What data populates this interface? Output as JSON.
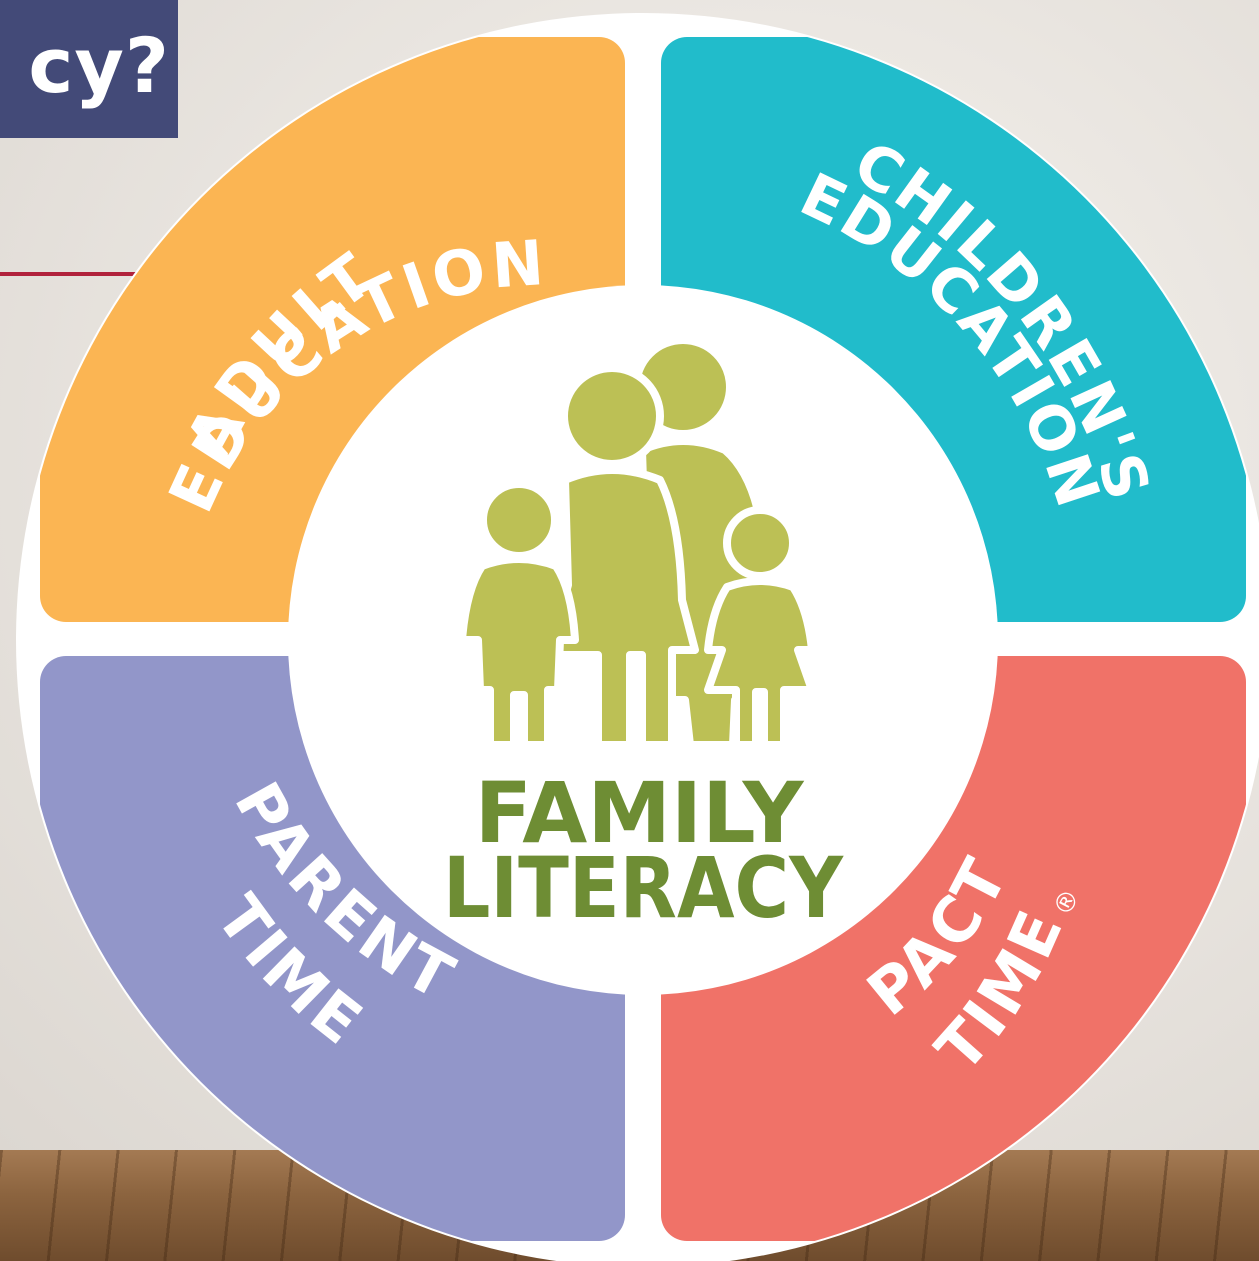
{
  "slide": {
    "title_fragment": "cy?"
  },
  "diagram": {
    "center_line1": "FAMILY",
    "center_line2": "LITERACY",
    "segments": {
      "top_left": {
        "line1": "ADULT",
        "line2": "EDUCATION",
        "color": "#fbb553"
      },
      "top_right": {
        "line1": "CHILDREN'S",
        "line2": "EDUCATION",
        "color": "#21bccb"
      },
      "bottom_left": {
        "line1": "PARENT",
        "line2": "TIME",
        "color": "#9296c9"
      },
      "bottom_right": {
        "line1": "PACT",
        "line2": "TIME",
        "color": "#f07268"
      }
    },
    "registered_mark": "®",
    "figure_color": "#bcc055",
    "text_color": "#6e8d34"
  }
}
